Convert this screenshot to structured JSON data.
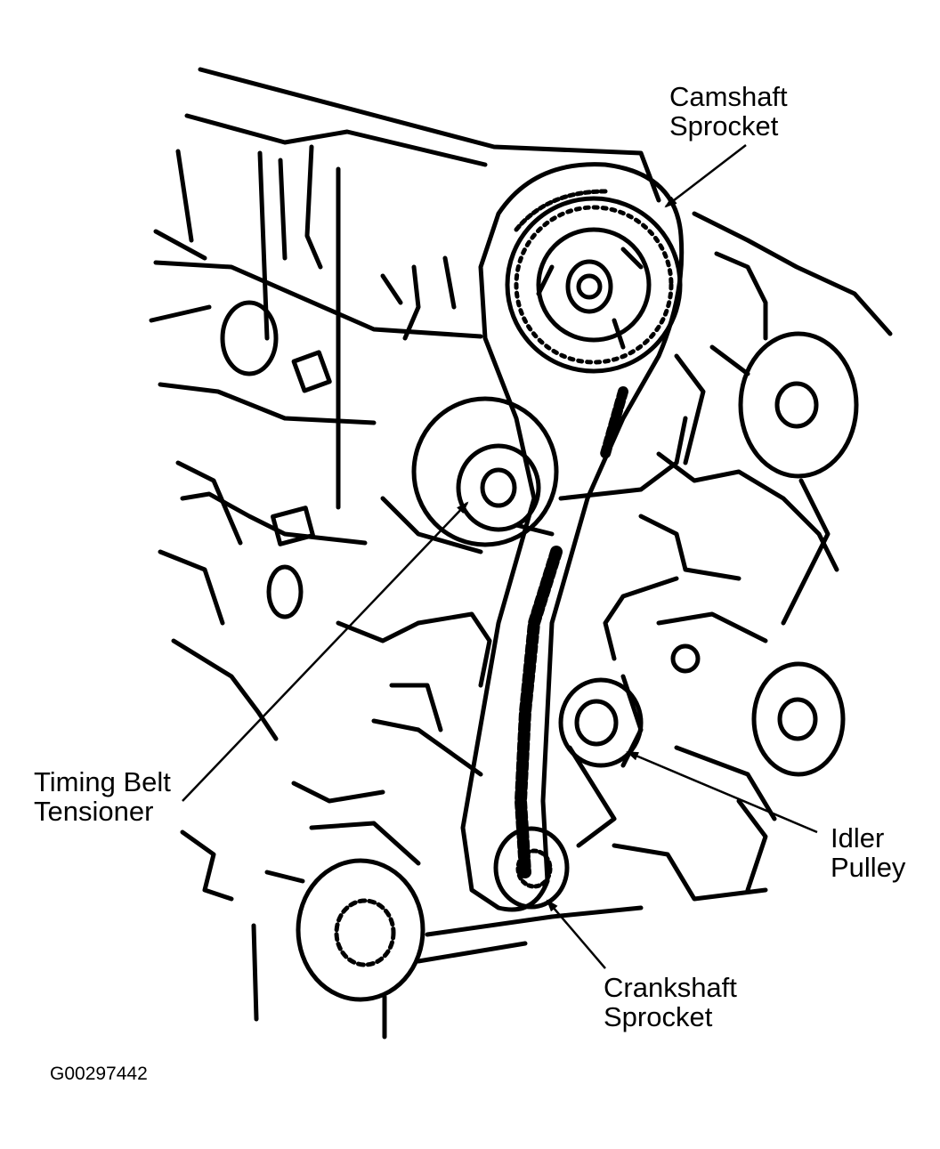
{
  "labels": {
    "camshaft_sprocket": [
      "Camshaft",
      "Sprocket"
    ],
    "timing_belt_tensioner": [
      "Timing Belt",
      "Tensioner"
    ],
    "idler_pulley": [
      "Idler",
      "Pulley"
    ],
    "crankshaft_sprocket": [
      "Crankshaft",
      "Sprocket"
    ]
  },
  "figure_id": "G00297442",
  "colors": {
    "ink": "#000000",
    "paper": "#ffffff"
  }
}
